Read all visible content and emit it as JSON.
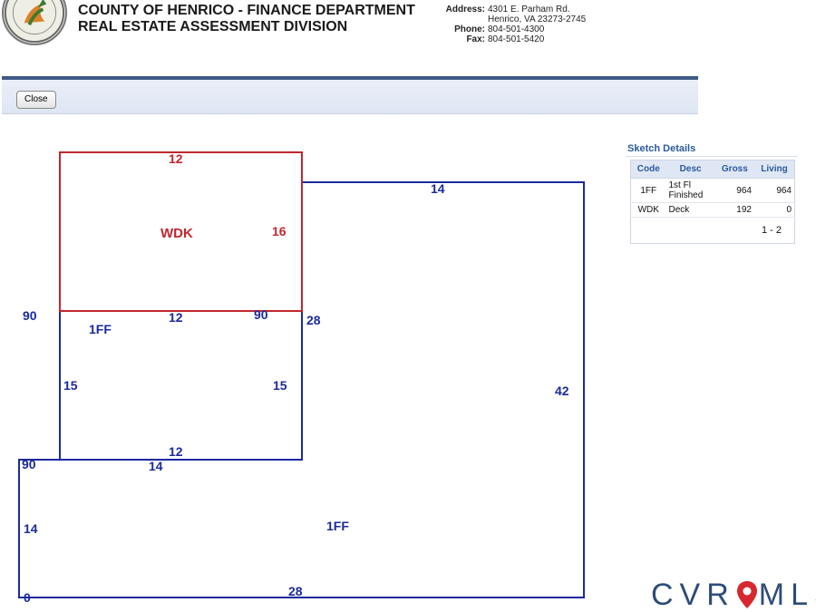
{
  "header": {
    "title": "COUNTY OF HENRICO - FINANCE DEPARTMENT",
    "subtitle": "REAL ESTATE ASSESSMENT DIVISION",
    "address_label": "Address:",
    "address_line1": "4301 E. Parham Rd.",
    "address_line2": "Henrico, VA 23273-2745",
    "phone_label": "Phone:",
    "phone": "804-501-4300",
    "fax_label": "Fax:",
    "fax": "804-501-5420"
  },
  "toolbar": {
    "close_label": "Close"
  },
  "sketch": {
    "labels": {
      "wdk_top": "12",
      "wdk_right": "16",
      "wdk_name": "WDK",
      "main_top": "14",
      "angle_left": "90",
      "ff1_top": "12",
      "angle_right": "90",
      "main_side": "28",
      "ff1_name": "1FF",
      "ff1_left": "15",
      "ff1_right": "15",
      "main_right": "42",
      "ff1_bottom": "12",
      "angle_bottom": "90",
      "lower_top": "14",
      "lower_left": "14",
      "lower_name": "1FF",
      "origin": "0",
      "lower_bottom": "28"
    },
    "colors": {
      "outline_blue": "#1b2a9c",
      "outline_red": "#c1272d"
    }
  },
  "details": {
    "title": "Sketch Details",
    "columns": [
      "Code",
      "Desc",
      "Gross",
      "Living"
    ],
    "rows": [
      {
        "code": "1FF",
        "desc_line1": "1st Fl",
        "desc_line2": "Finished",
        "gross": "964",
        "living": "964"
      },
      {
        "code": "WDK",
        "desc_line1": "Deck",
        "desc_line2": "",
        "gross": "192",
        "living": "0"
      }
    ],
    "pager": "1 - 2"
  },
  "logo": {
    "text_left": "CVR",
    "text_right": "MLS",
    "icon": "map-pin-icon",
    "color": "#2e4d78"
  }
}
